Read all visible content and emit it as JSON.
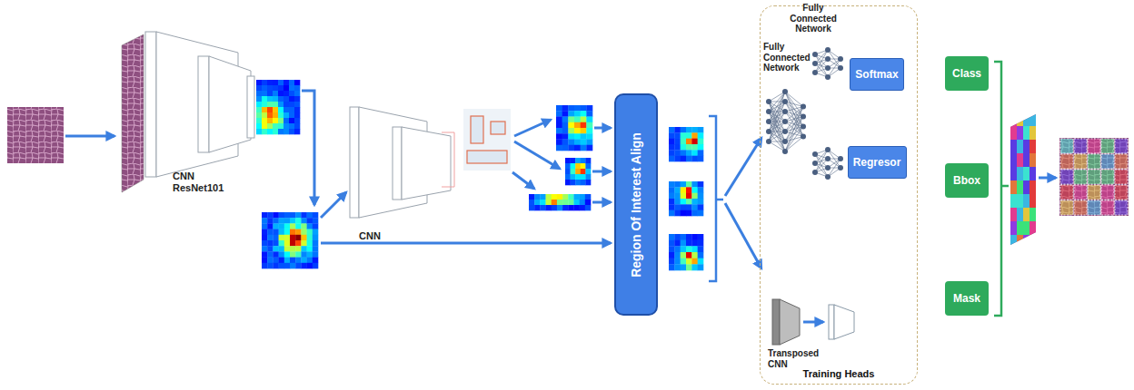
{
  "diagram": {
    "nodes": [
      {
        "text": [
          "Region Of Interest Align"
        ]
      },
      {
        "text": [
          "Training Heads"
        ]
      },
      {
        "text": [
          "Softmax"
        ],
        "in": 1
      },
      {
        "text": [
          "Regresor"
        ],
        "in": 1
      },
      {
        "text": [
          "Class"
        ]
      },
      {
        "text": [
          "Bbox"
        ]
      },
      {
        "text": [
          "Mask"
        ]
      }
    ],
    "labels": [
      "CNN ResNet101",
      "CNN",
      "Fully Connected Network",
      "Fully Connected Network",
      "Transposed CNN"
    ]
  }
}
